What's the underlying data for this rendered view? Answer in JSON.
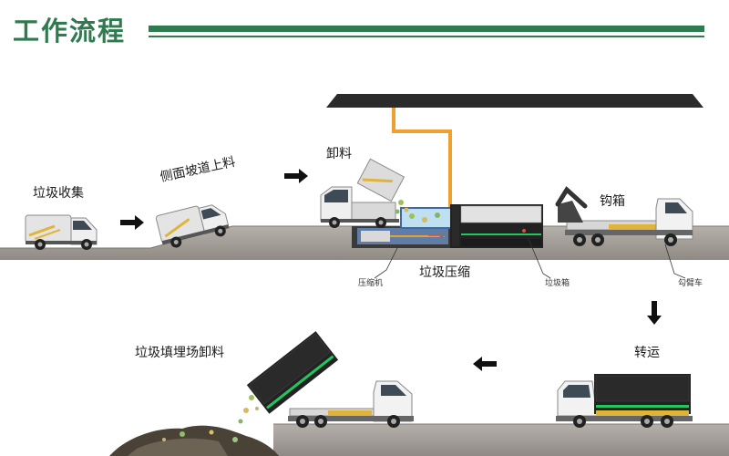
{
  "header": {
    "title": "工作流程"
  },
  "steps": {
    "collect": "垃圾收集",
    "ramp": "侧面坡道上料",
    "unload": "卸料",
    "compress": "垃圾压缩",
    "hook": "钩箱",
    "transport": "转运",
    "landfill": "垃圾填埋场卸料"
  },
  "parts": {
    "compressor": "压缩机",
    "bin": "垃圾箱",
    "hook_truck": "勾臂车"
  },
  "colors": {
    "brand_green": "#2f7a4f",
    "accent_green": "#22c55e",
    "pipe_orange": "#f0a030",
    "ground": "#a7a29d",
    "canopy": "#2b2b2b"
  }
}
